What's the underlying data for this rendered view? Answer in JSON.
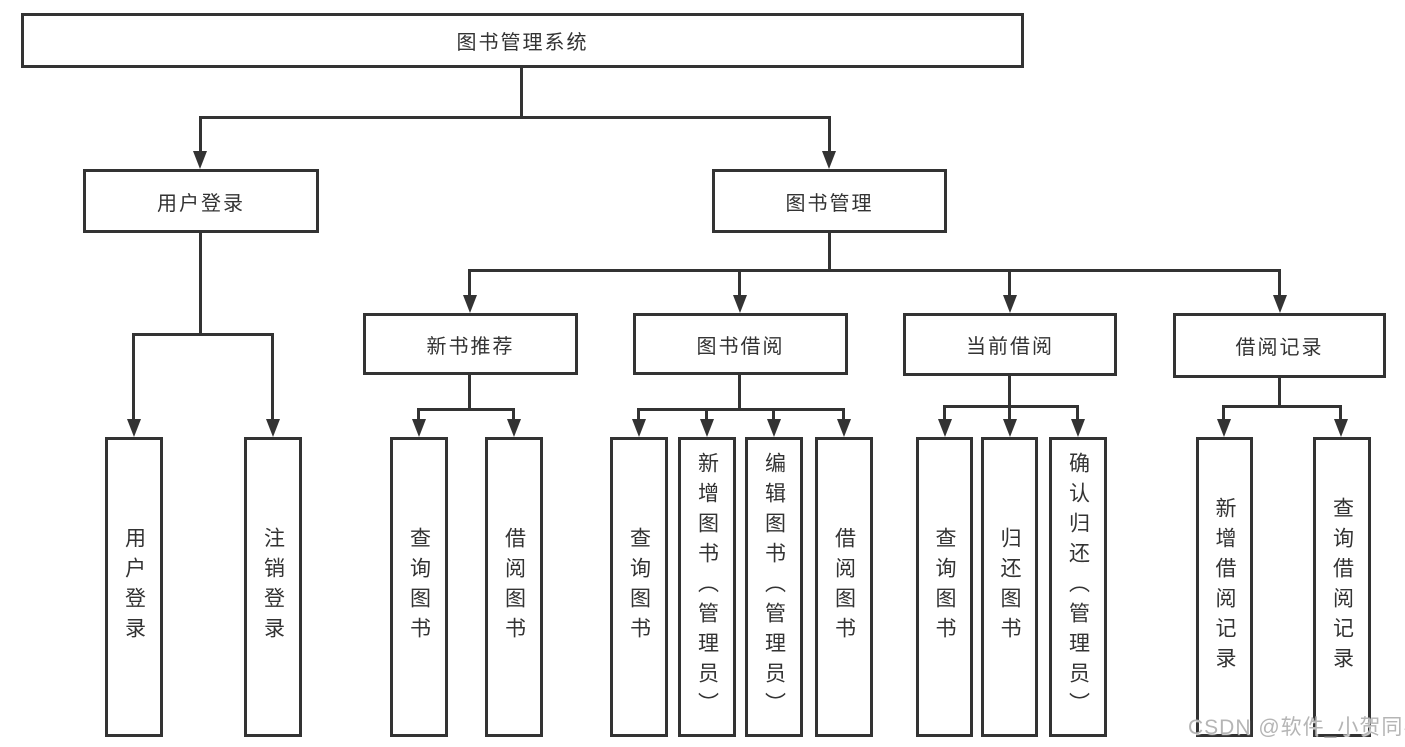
{
  "diagram_type": "hierarchy-flowchart",
  "tree": {
    "label": "图书管理系统",
    "children": [
      {
        "label": "用户登录",
        "children": [
          {
            "label": "用户登录"
          },
          {
            "label": "注销登录"
          }
        ]
      },
      {
        "label": "图书管理",
        "children": [
          {
            "label": "新书推荐",
            "children": [
              {
                "label": "查询图书"
              },
              {
                "label": "借阅图书"
              }
            ]
          },
          {
            "label": "图书借阅",
            "children": [
              {
                "label": "查询图书"
              },
              {
                "label": "新增图书（管理员）"
              },
              {
                "label": "编辑图书（管理员）"
              },
              {
                "label": "借阅图书"
              }
            ]
          },
          {
            "label": "当前借阅",
            "children": [
              {
                "label": "查询图书"
              },
              {
                "label": "归还图书"
              },
              {
                "label": "确认归还（管理员）"
              }
            ]
          },
          {
            "label": "借阅记录",
            "children": [
              {
                "label": "新增借阅记录"
              },
              {
                "label": "查询借阅记录"
              }
            ]
          }
        ]
      }
    ]
  },
  "watermark": "CSDN @软件_小贺同学",
  "colors": {
    "line": "#333333",
    "text": "#333333",
    "background": "#ffffff",
    "watermark": "#b5b5b5"
  }
}
